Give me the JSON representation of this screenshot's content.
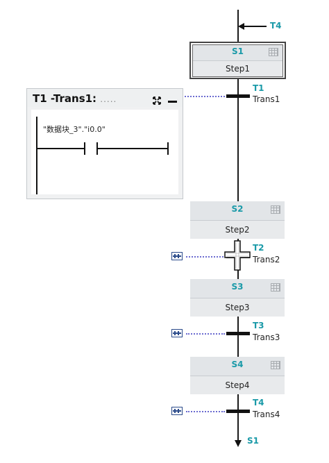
{
  "top_link": {
    "label": "T4"
  },
  "steps": [
    {
      "number": "S1",
      "name": "Step1"
    },
    {
      "number": "S2",
      "name": "Step2"
    },
    {
      "number": "S3",
      "name": "Step3"
    },
    {
      "number": "S4",
      "name": "Step4"
    }
  ],
  "transitions": [
    {
      "number": "T1",
      "name": "Trans1"
    },
    {
      "number": "T2",
      "name": "Trans2"
    },
    {
      "number": "T3",
      "name": "Trans3"
    },
    {
      "number": "T4",
      "name": "Trans4"
    }
  ],
  "end_link": {
    "label": "S1"
  },
  "panel": {
    "title": "T1 -Trans1:",
    "title_fill": ".....",
    "operand": "\"数据块_3\".\"i0.0\""
  }
}
